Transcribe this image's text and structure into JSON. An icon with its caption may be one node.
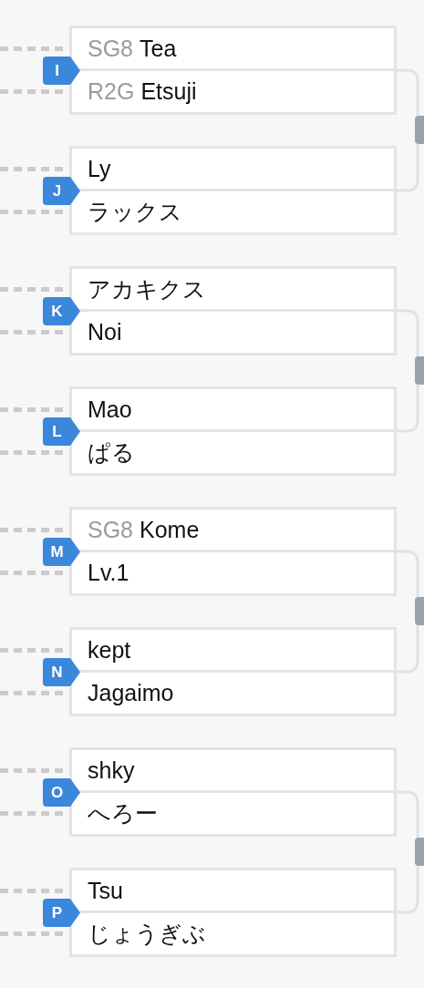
{
  "diagram": {
    "nodes": [
      {
        "text": [
          "I"
        ]
      },
      {
        "text": [],
        "shape": "box"
      },
      {
        "text": [
          "SG8",
          "Tea"
        ],
        "in": 1
      },
      {
        "text": [
          "R2G",
          "Etsuji"
        ],
        "in": 1
      },
      {
        "text": [],
        "shape": "bar"
      },
      {
        "text": [
          "J"
        ]
      },
      {
        "text": [],
        "shape": "box"
      },
      {
        "text": [
          "Ly"
        ],
        "in": 6
      },
      {
        "text": [
          "ラックス"
        ],
        "in": 6
      },
      {
        "text": [
          "K"
        ]
      },
      {
        "text": [],
        "shape": "box"
      },
      {
        "text": [
          "アカキクス"
        ],
        "in": 10
      },
      {
        "text": [
          "Noi"
        ],
        "in": 10
      },
      {
        "text": [],
        "shape": "bar"
      },
      {
        "text": [
          "L"
        ]
      },
      {
        "text": [],
        "shape": "box"
      },
      {
        "text": [
          "Mao"
        ],
        "in": 15
      },
      {
        "text": [
          "ぱる"
        ],
        "in": 15
      },
      {
        "text": [
          "M"
        ]
      },
      {
        "text": [],
        "shape": "box"
      },
      {
        "text": [
          "SG8",
          "Kome"
        ],
        "in": 19
      },
      {
        "text": [
          "Lv.1"
        ],
        "in": 19
      },
      {
        "text": [],
        "shape": "bar"
      },
      {
        "text": [
          "N"
        ]
      },
      {
        "text": [],
        "shape": "box"
      },
      {
        "text": [
          "kept"
        ],
        "in": 24
      },
      {
        "text": [
          "Jagaimo"
        ],
        "in": 24
      },
      {
        "text": [
          "O"
        ]
      },
      {
        "text": [],
        "shape": "box"
      },
      {
        "text": [
          "shky"
        ],
        "in": 28
      },
      {
        "text": [
          "へろー"
        ],
        "in": 28
      },
      {
        "text": [],
        "shape": "bar"
      },
      {
        "text": [
          "P"
        ]
      },
      {
        "text": [],
        "shape": "box"
      },
      {
        "text": [
          "Tsu"
        ],
        "in": 33
      },
      {
        "text": [
          "じょうぎぶ"
        ],
        "in": 33
      }
    ],
    "edges": [
      {
        "from": null,
        "to": 2,
        "arrow": "none",
        "style": "dashed"
      },
      {
        "from": null,
        "to": 3,
        "arrow": "none",
        "style": "dashed"
      },
      {
        "from": 1,
        "to": 4,
        "arrow": "none"
      },
      {
        "from": null,
        "to": 7,
        "arrow": "none",
        "style": "dashed"
      },
      {
        "from": null,
        "to": 8,
        "arrow": "none",
        "style": "dashed"
      },
      {
        "from": 6,
        "to": 4,
        "arrow": "none"
      },
      {
        "from": null,
        "to": 11,
        "arrow": "none",
        "style": "dashed"
      },
      {
        "from": null,
        "to": 12,
        "arrow": "none",
        "style": "dashed"
      },
      {
        "from": 10,
        "to": 13,
        "arrow": "none"
      },
      {
        "from": null,
        "to": 16,
        "arrow": "none",
        "style": "dashed"
      },
      {
        "from": null,
        "to": 17,
        "arrow": "none",
        "style": "dashed"
      },
      {
        "from": 15,
        "to": 13,
        "arrow": "none"
      },
      {
        "from": null,
        "to": 20,
        "arrow": "none",
        "style": "dashed"
      },
      {
        "from": null,
        "to": 21,
        "arrow": "none",
        "style": "dashed"
      },
      {
        "from": 19,
        "to": 22,
        "arrow": "none"
      },
      {
        "from": null,
        "to": 25,
        "arrow": "none",
        "style": "dashed"
      },
      {
        "from": null,
        "to": 26,
        "arrow": "none",
        "style": "dashed"
      },
      {
        "from": 24,
        "to": 22,
        "arrow": "none"
      },
      {
        "from": null,
        "to": 29,
        "arrow": "none",
        "style": "dashed"
      },
      {
        "from": null,
        "to": 30,
        "arrow": "none",
        "style": "dashed"
      },
      {
        "from": 28,
        "to": 31,
        "arrow": "none"
      },
      {
        "from": null,
        "to": 34,
        "arrow": "none",
        "style": "dashed"
      },
      {
        "from": null,
        "to": 35,
        "arrow": "none",
        "style": "dashed"
      },
      {
        "from": 33,
        "to": 31,
        "arrow": "none"
      }
    ]
  }
}
